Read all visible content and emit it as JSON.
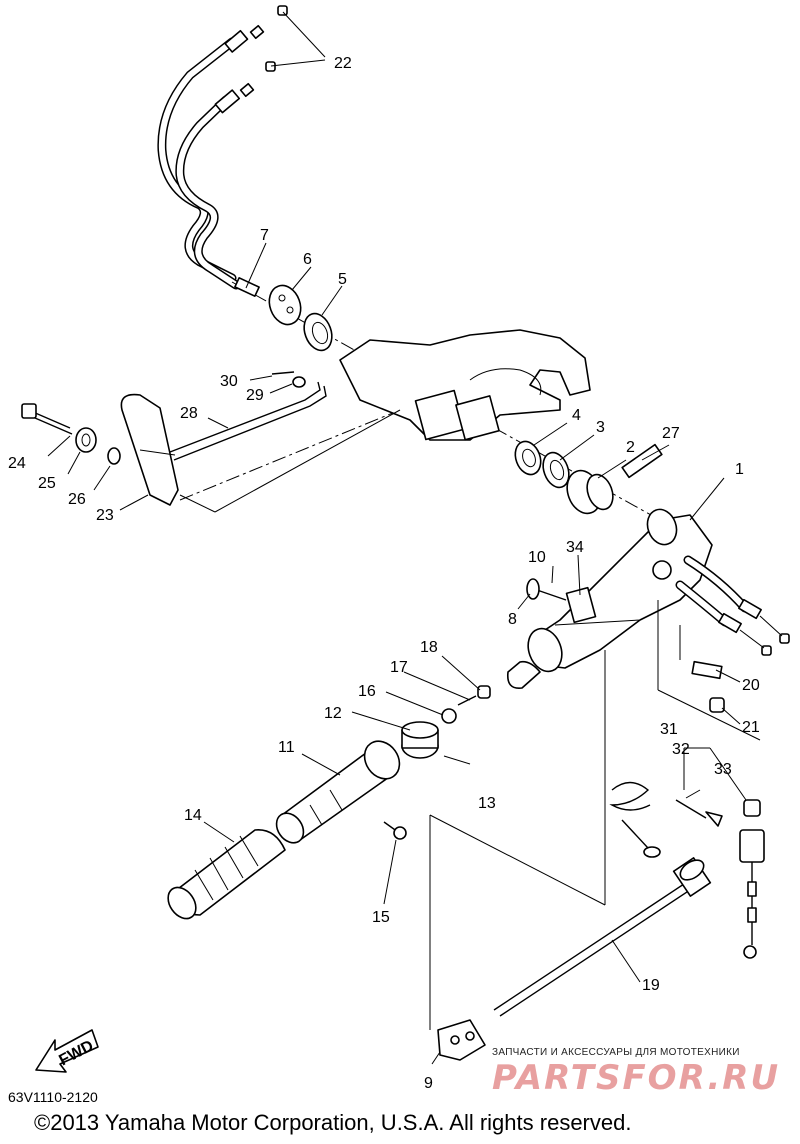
{
  "diagram": {
    "part_code": "63V1110-2120",
    "copyright": "©2013 Yamaha Motor Corporation, U.S.A. All rights reserved.",
    "fwd_label": "FWD",
    "watermark": {
      "tagline": "ЗАПЧАСТИ И АКСЕССУАРЫ ДЛЯ МОТОТЕХНИКИ",
      "logo": "PARTSFOR.RU"
    },
    "callouts": {
      "c1": "1",
      "c2": "2",
      "c3": "3",
      "c4": "4",
      "c5": "5",
      "c6": "6",
      "c7": "7",
      "c8": "8",
      "c9": "9",
      "c10": "10",
      "c11": "11",
      "c12": "12",
      "c13": "13",
      "c14": "14",
      "c15": "15",
      "c16": "16",
      "c17": "17",
      "c18": "18",
      "c19": "19",
      "c20": "20",
      "c21": "21",
      "c22": "22",
      "c23": "23",
      "c24": "24",
      "c25": "25",
      "c26": "26",
      "c27": "27",
      "c28": "28",
      "c29": "29",
      "c30": "30",
      "c31": "31",
      "c32": "32",
      "c33": "33",
      "c34": "34"
    }
  }
}
